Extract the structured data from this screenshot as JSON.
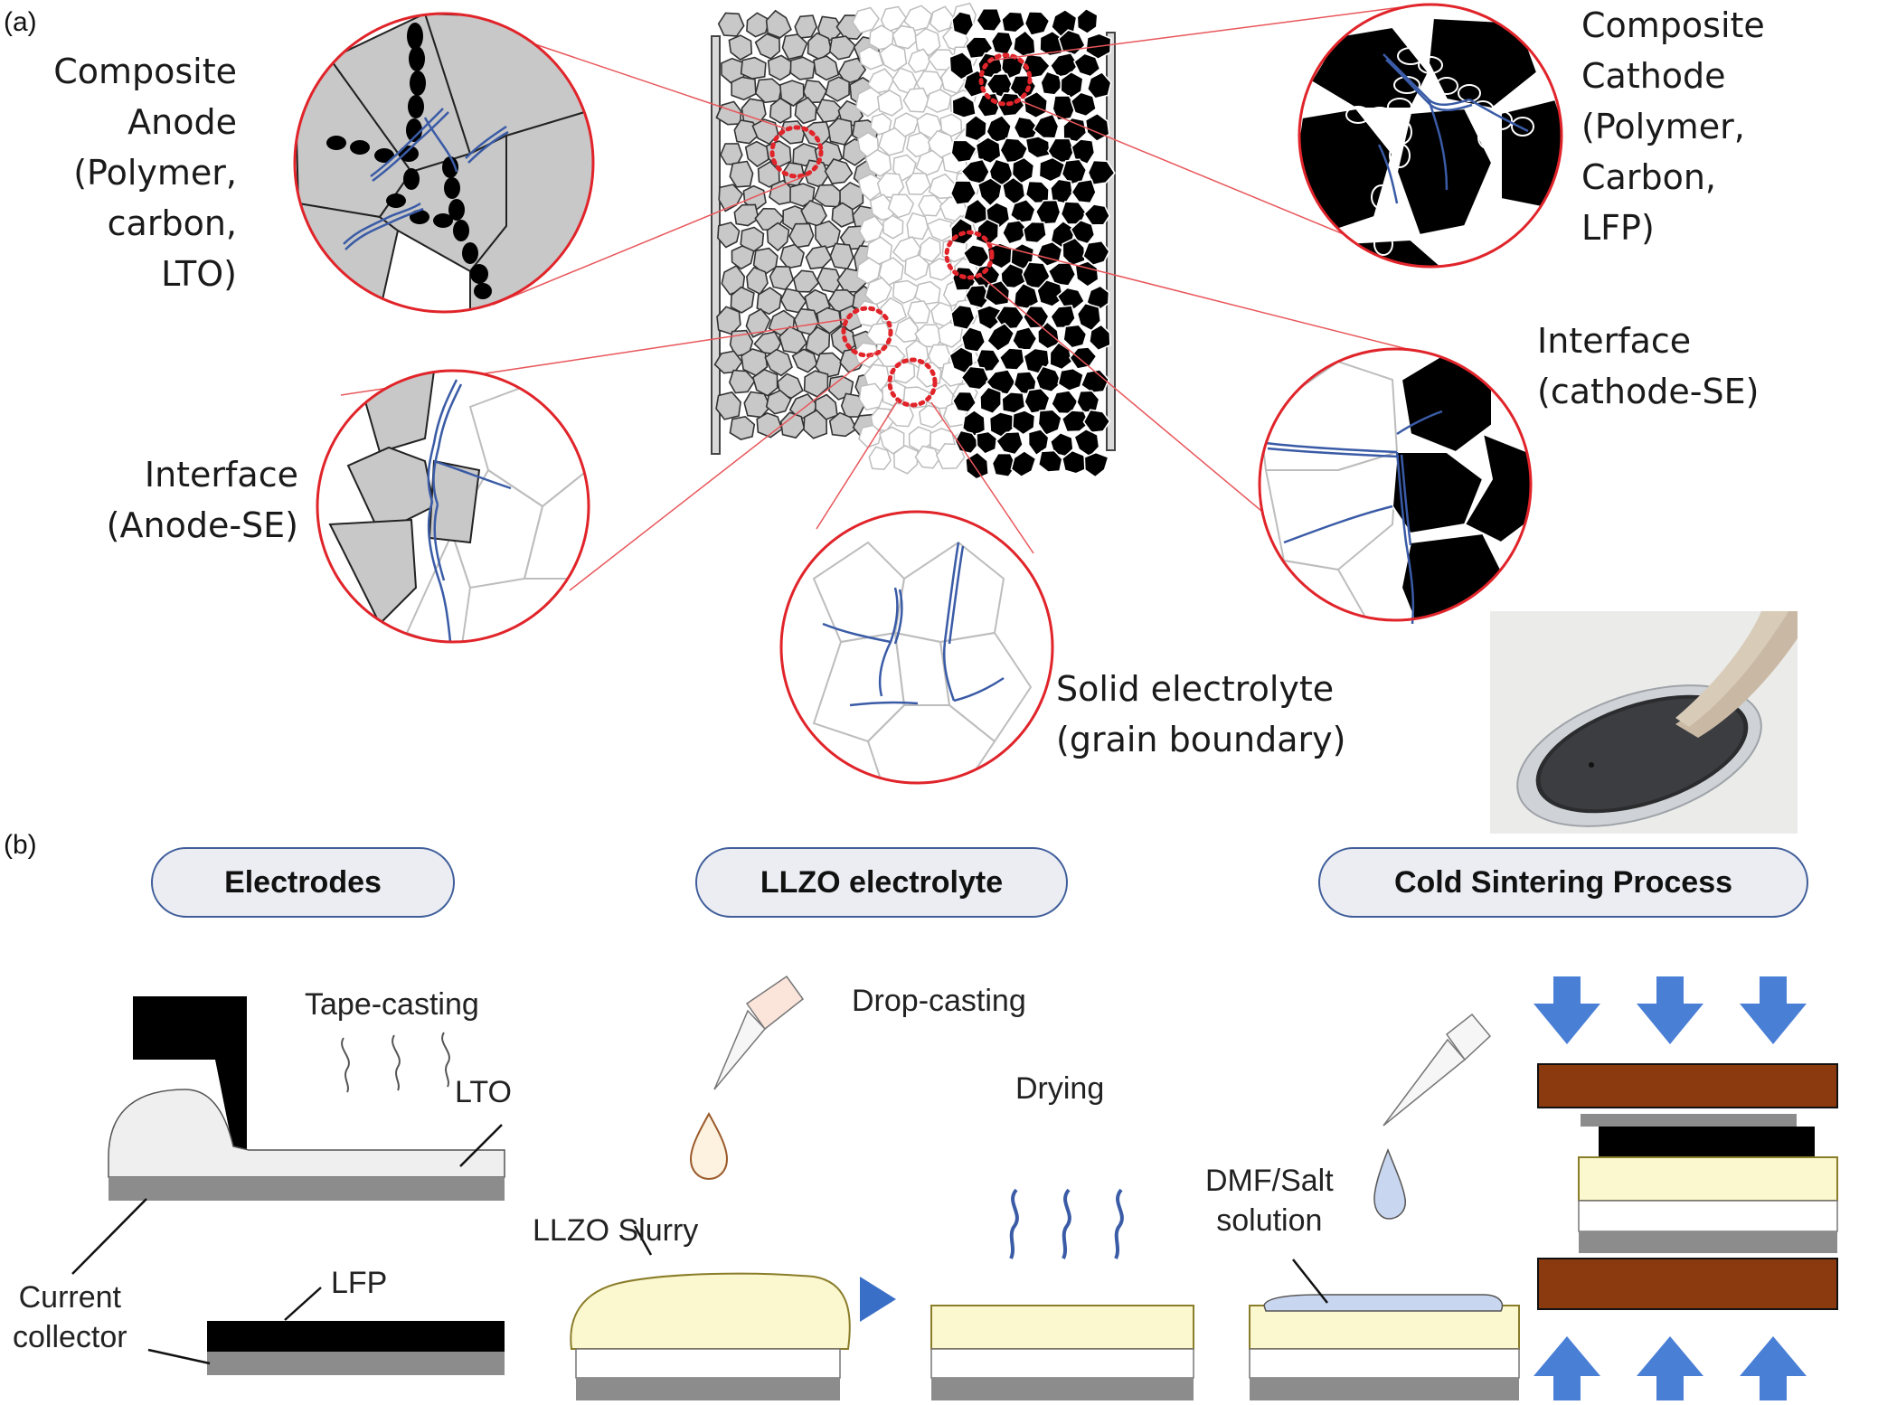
{
  "panel_labels": {
    "a": "(a)",
    "b": "(b)"
  },
  "callouts": {
    "composite_anode": [
      "Composite",
      "Anode",
      "(Polymer,",
      "carbon,",
      "LTO)"
    ],
    "composite_cathode": [
      "Composite",
      "Cathode",
      "(Polymer,",
      "Carbon,",
      "LFP)"
    ],
    "interface_anode": [
      "Interface",
      "(Anode-SE)"
    ],
    "interface_cathode": [
      "Interface",
      "(cathode-SE)"
    ],
    "solid_electrolyte": [
      "Solid electrolyte",
      "(grain boundary)"
    ]
  },
  "process": {
    "headers": [
      "Electrodes",
      "LLZO electrolyte",
      "Cold Sintering Process"
    ],
    "labels": {
      "tape_casting": "Tape-casting",
      "lto": "LTO",
      "current_collector": [
        "Current",
        "collector"
      ],
      "lfp": "LFP",
      "drop_casting": "Drop-casting",
      "llzo_slurry": "LLZO Slurry",
      "drying": "Drying",
      "dmf_salt": [
        "DMF/Salt",
        "solution"
      ]
    }
  },
  "colors": {
    "anode_grain": "#c8c8c8",
    "cathode_grain": "#000000",
    "electrolyte_outline": "#bdbdbd",
    "polymer": "#3a5ba6",
    "callout_circle": "#e0242a",
    "guide_line": "#e8565a",
    "llzo": "#fbf7cf",
    "plate": "#8b3a0f",
    "arrow": "#4a7fd6",
    "collector": "#8c8c8c"
  }
}
